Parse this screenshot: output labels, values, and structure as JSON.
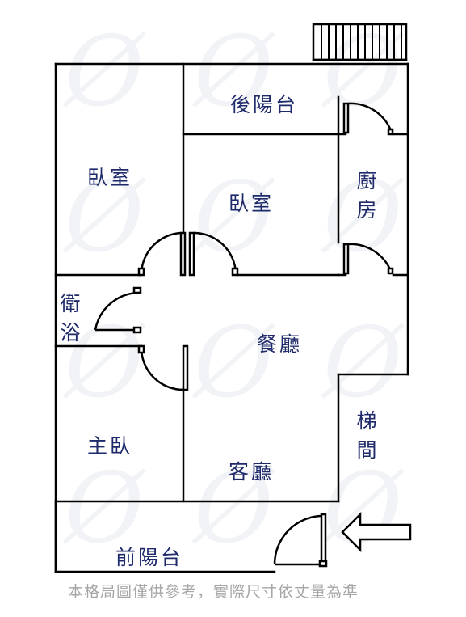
{
  "rooms": {
    "rear_balcony": "後陽台",
    "bedroom_top_left": "臥室",
    "bedroom_center": "臥室",
    "kitchen": [
      "廚",
      "房"
    ],
    "bathroom": [
      "衛",
      "浴"
    ],
    "dining": "餐廳",
    "master_bedroom": "主臥",
    "living": "客廳",
    "stairs": [
      "梯",
      "間"
    ],
    "front_balcony": "前陽台"
  },
  "disclaimer": "本格局圖僅供參考，實際尺寸依丈量為準",
  "colors": {
    "wall": "#000000",
    "label": "#1f2a6b",
    "disclaimer": "#a6a6a6",
    "watermark": "#f1f3f6"
  }
}
